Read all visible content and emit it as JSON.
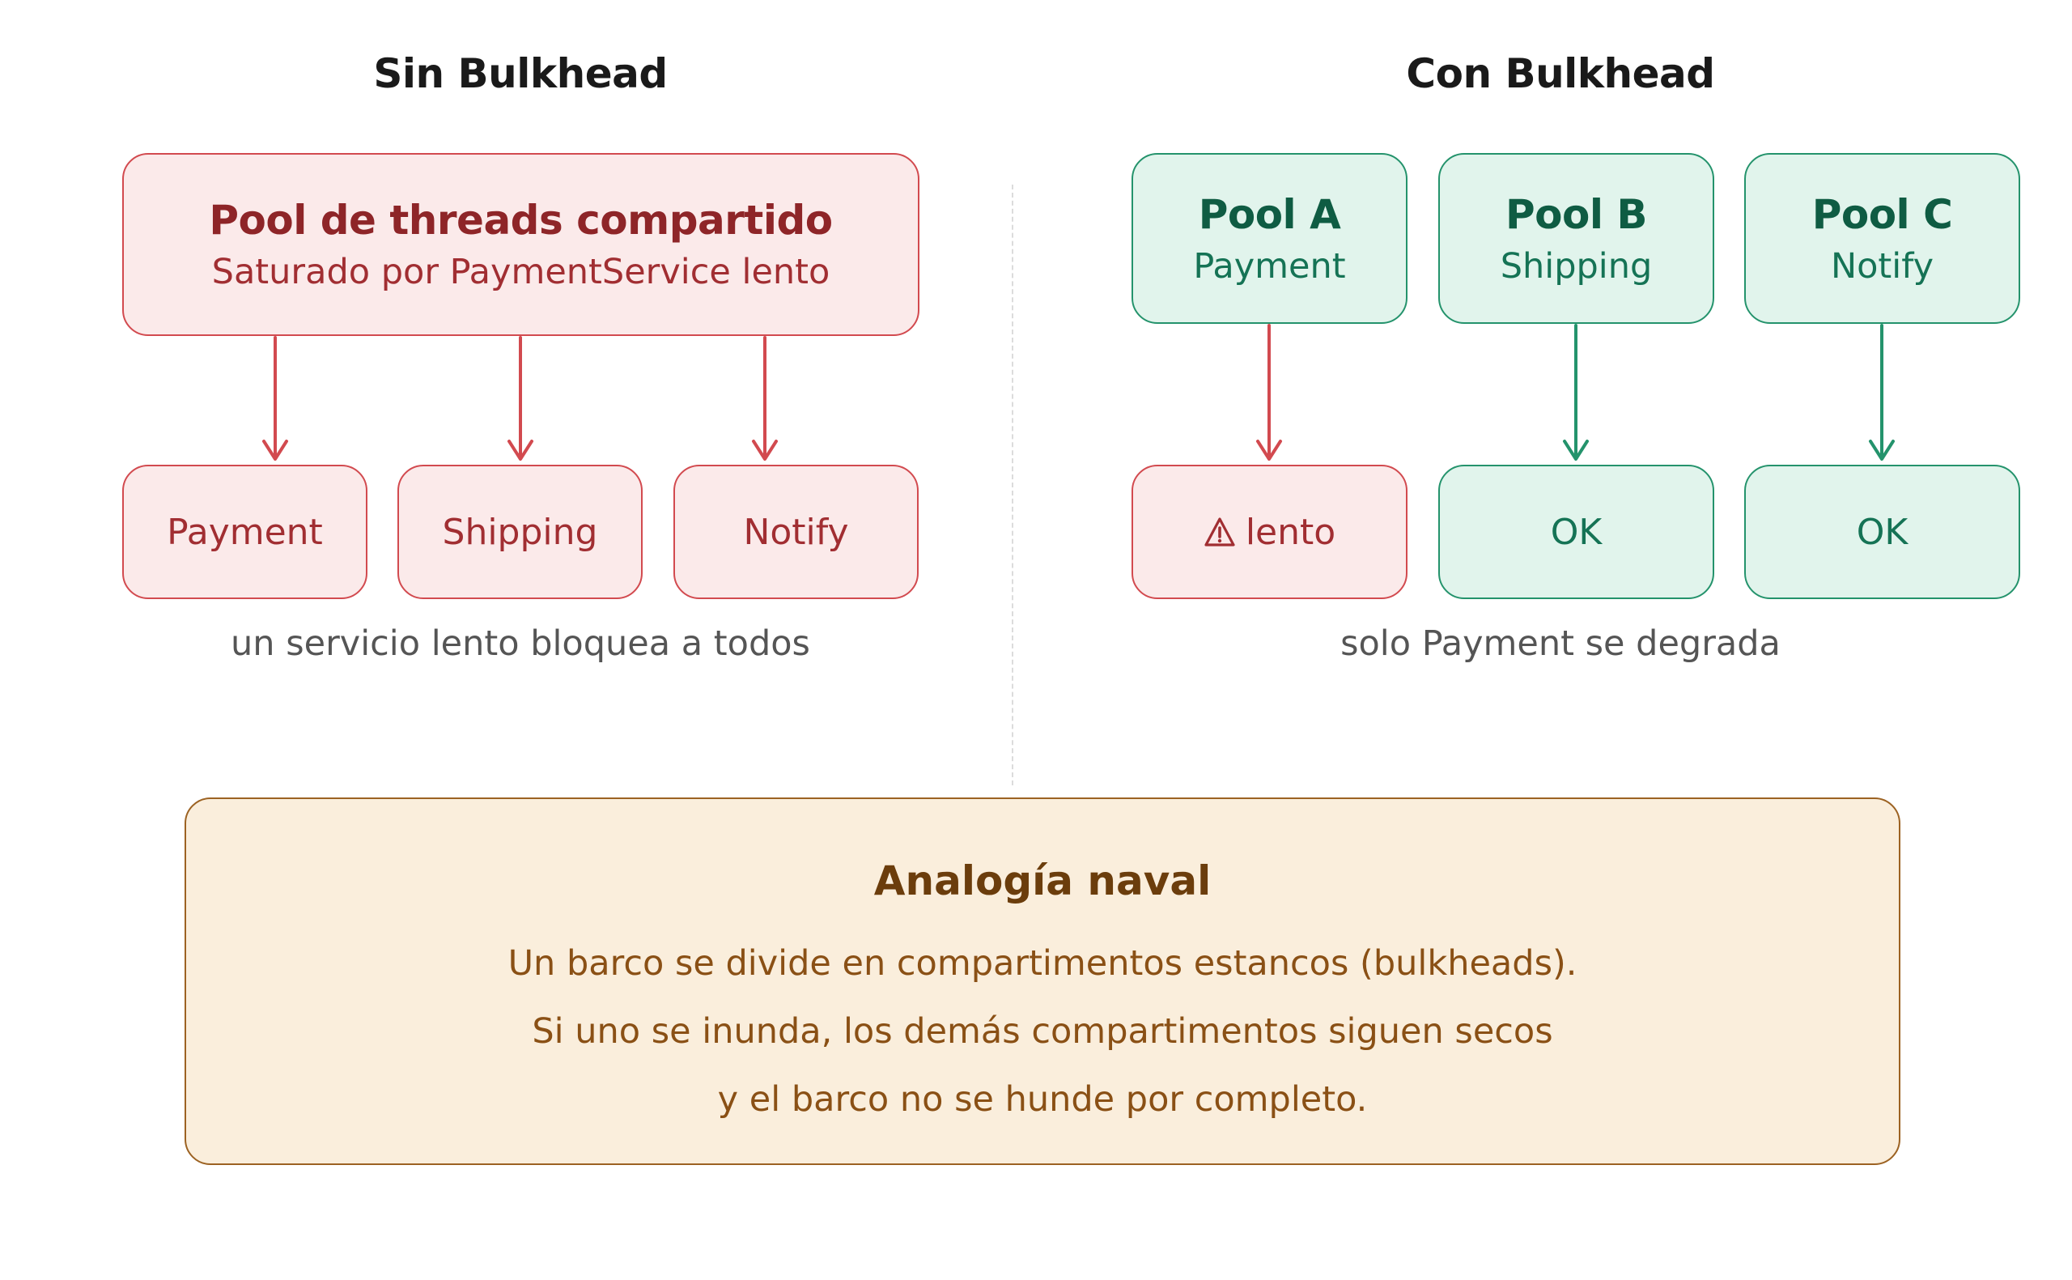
{
  "left": {
    "title": "Sin Bulkhead",
    "shared_pool": {
      "title": "Pool de threads compartido",
      "subtitle": "Saturado por PaymentService lento"
    },
    "services": [
      "Payment",
      "Shipping",
      "Notify"
    ],
    "caption": "un servicio lento bloquea a todos"
  },
  "right": {
    "title": "Con Bulkhead",
    "pools": [
      {
        "name": "Pool A",
        "service": "Payment",
        "status": "lento",
        "status_icon": "warning-icon",
        "state": "degraded"
      },
      {
        "name": "Pool B",
        "service": "Shipping",
        "status": "OK",
        "state": "ok"
      },
      {
        "name": "Pool C",
        "service": "Notify",
        "status": "OK",
        "state": "ok"
      }
    ],
    "caption": "solo Payment se degrada"
  },
  "analogy": {
    "title": "Analogía naval",
    "lines": [
      "Un barco se divide en compartimentos estancos (bulkheads).",
      "Si uno se inunda, los demás compartimentos siguen secos",
      "y el barco no se hunde por completo."
    ]
  },
  "colors": {
    "error": "#d24a4f",
    "ok": "#24936c",
    "note": "#9c6222"
  }
}
